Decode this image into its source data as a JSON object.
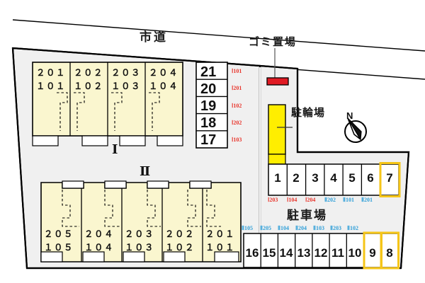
{
  "map": {
    "title": "apartment-site-plan",
    "road_label": "市道",
    "garbage_label": "ゴミ置場",
    "bicycle_label": "駐輪場",
    "parking_label": "駐車場",
    "compass_label": "N"
  },
  "colors": {
    "building_fill": "#faf6cf",
    "site_fill": "#f0f0f0",
    "garbage_red": "#e01b24",
    "bicycle_yellow": "#ffee00",
    "highlight_yellow": "#f5c518",
    "tag_red": "#e8352c",
    "tag_blue": "#2f9fd8",
    "outline": "#000000"
  },
  "buildings": [
    {
      "name": "building-i",
      "roman": "Ⅰ",
      "units": [
        {
          "upper": "２０１",
          "lower": "１０１"
        },
        {
          "upper": "２０２",
          "lower": "１０２"
        },
        {
          "upper": "２０３",
          "lower": "１０３"
        },
        {
          "upper": "２０４",
          "lower": "１０４"
        }
      ]
    },
    {
      "name": "building-ii",
      "roman": "Ⅱ",
      "units": [
        {
          "upper": "２０５",
          "lower": "１０５"
        },
        {
          "upper": "２０４",
          "lower": "１０４"
        },
        {
          "upper": "２０３",
          "lower": "１０３"
        },
        {
          "upper": "２０２",
          "lower": "１０２"
        },
        {
          "upper": "２０１",
          "lower": "１０１"
        }
      ]
    }
  ],
  "parking_column": {
    "name": "parking-column-west",
    "stalls": [
      {
        "number": "21",
        "tag": "Ⅰ101",
        "tag_color": "red"
      },
      {
        "number": "20",
        "tag": "Ⅰ201",
        "tag_color": "red"
      },
      {
        "number": "19",
        "tag": "Ⅰ102",
        "tag_color": "red"
      },
      {
        "number": "18",
        "tag": "Ⅰ202",
        "tag_color": "red"
      },
      {
        "number": "17",
        "tag": "Ⅰ103",
        "tag_color": "red"
      }
    ]
  },
  "parking_row_upper": {
    "name": "parking-row-upper",
    "stalls": [
      {
        "number": "1",
        "tag": "Ⅰ203",
        "tag_color": "red",
        "highlight": false
      },
      {
        "number": "2",
        "tag": "Ⅰ104",
        "tag_color": "red",
        "highlight": false
      },
      {
        "number": "3",
        "tag": "Ⅰ204",
        "tag_color": "red",
        "highlight": false
      },
      {
        "number": "4",
        "tag": "Ⅱ202",
        "tag_color": "blue",
        "highlight": false
      },
      {
        "number": "5",
        "tag": "Ⅱ101",
        "tag_color": "blue",
        "highlight": false
      },
      {
        "number": "6",
        "tag": "Ⅱ201",
        "tag_color": "blue",
        "highlight": false
      },
      {
        "number": "7",
        "tag": "",
        "tag_color": "none",
        "highlight": true
      }
    ]
  },
  "parking_row_lower": {
    "name": "parking-row-lower",
    "stalls": [
      {
        "number": "16",
        "tag": "Ⅱ105",
        "tag_color": "blue",
        "highlight": false
      },
      {
        "number": "15",
        "tag": "Ⅱ205",
        "tag_color": "blue",
        "highlight": false
      },
      {
        "number": "14",
        "tag": "Ⅱ104",
        "tag_color": "blue",
        "highlight": false
      },
      {
        "number": "13",
        "tag": "Ⅱ204",
        "tag_color": "blue",
        "highlight": false
      },
      {
        "number": "12",
        "tag": "Ⅱ103",
        "tag_color": "blue",
        "highlight": false
      },
      {
        "number": "11",
        "tag": "Ⅱ203",
        "tag_color": "blue",
        "highlight": false
      },
      {
        "number": "10",
        "tag": "Ⅱ102",
        "tag_color": "blue",
        "highlight": false
      },
      {
        "number": "9",
        "tag": "",
        "tag_color": "none",
        "highlight": true
      },
      {
        "number": "8",
        "tag": "",
        "tag_color": "none",
        "highlight": true
      }
    ]
  }
}
